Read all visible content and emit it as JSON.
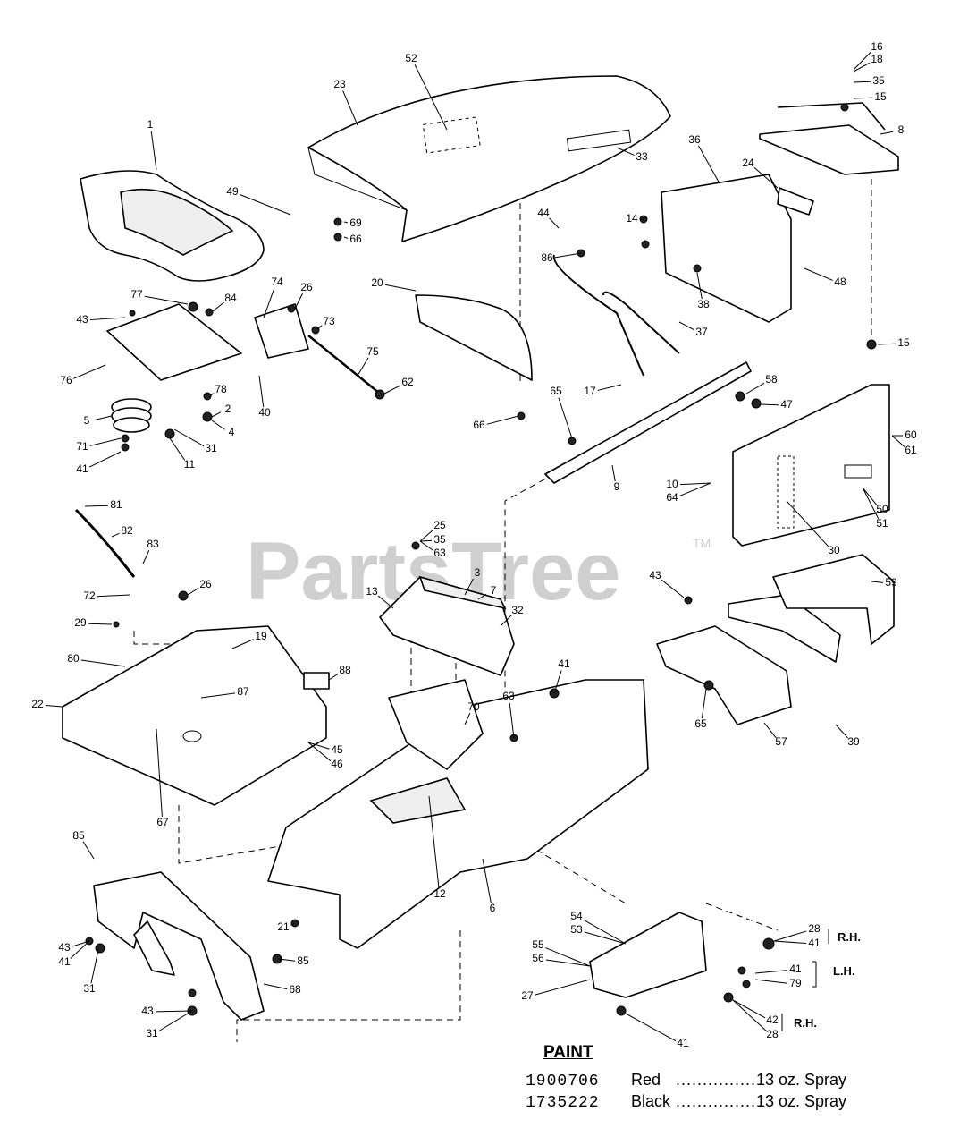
{
  "watermark": {
    "text": "PartsTree",
    "tm": "TM"
  },
  "callouts": [
    "1",
    "23",
    "52",
    "33",
    "16",
    "18",
    "35",
    "15",
    "8",
    "36",
    "24",
    "14",
    "48",
    "38",
    "49",
    "69",
    "66",
    "44",
    "86",
    "20",
    "74",
    "26",
    "73",
    "75",
    "62",
    "77",
    "84",
    "43",
    "76",
    "78",
    "2",
    "4",
    "40",
    "5",
    "71",
    "41",
    "31",
    "11",
    "37",
    "17",
    "15",
    "58",
    "47",
    "66",
    "65",
    "9",
    "60",
    "61",
    "10",
    "64",
    "50",
    "51",
    "30",
    "81",
    "82",
    "83",
    "72",
    "29",
    "26",
    "25",
    "35",
    "63",
    "13",
    "3",
    "7",
    "32",
    "43",
    "59",
    "80",
    "19",
    "87",
    "88",
    "22",
    "45",
    "46",
    "67",
    "41",
    "63",
    "70",
    "65",
    "57",
    "39",
    "85",
    "21",
    "12",
    "6",
    "43",
    "41",
    "31",
    "85",
    "68",
    "43",
    "31",
    "54",
    "53",
    "55",
    "56",
    "27",
    "28",
    "41",
    "41",
    "79",
    "42",
    "28",
    "41"
  ],
  "side_labels": {
    "rh_upper": "R.H.",
    "lh": "L.H.",
    "rh_lower": "R.H."
  },
  "paint": {
    "title": "PAINT",
    "rows": [
      {
        "code": "1900706",
        "color": "Red",
        "dots": "................",
        "desc": "13 oz. Spray"
      },
      {
        "code": "1735222",
        "color": "Black",
        "dots": "................",
        "desc": "13 oz. Spray"
      }
    ]
  }
}
